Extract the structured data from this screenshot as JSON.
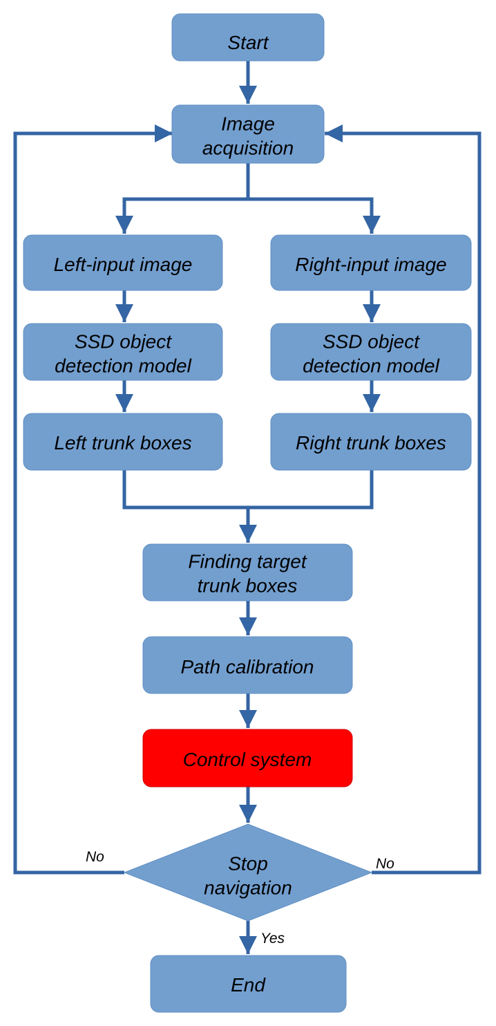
{
  "colors": {
    "box_fill": "#739fcf",
    "box_stroke": "#5f8fc3",
    "highlight_fill": "#ff0000",
    "highlight_stroke": "#cc0000",
    "connector": "#3465a4"
  },
  "nodes": {
    "start": {
      "lines": [
        "Start"
      ]
    },
    "image_acquisition": {
      "lines": [
        "Image",
        "acquisition"
      ]
    },
    "left_input": {
      "lines": [
        "Left-input image"
      ]
    },
    "right_input": {
      "lines": [
        "Right-input image"
      ]
    },
    "left_ssd": {
      "lines": [
        "SSD object",
        "detection model"
      ]
    },
    "right_ssd": {
      "lines": [
        "SSD object",
        "detection model"
      ]
    },
    "left_trunk": {
      "lines": [
        "Left trunk boxes"
      ]
    },
    "right_trunk": {
      "lines": [
        "Right trunk boxes"
      ]
    },
    "finding_target": {
      "lines": [
        "Finding target",
        "trunk boxes"
      ]
    },
    "path_calibration": {
      "lines": [
        "Path calibration"
      ]
    },
    "control_system": {
      "lines": [
        "Control system"
      ]
    },
    "stop_navigation": {
      "lines": [
        "Stop",
        "navigation"
      ]
    },
    "end": {
      "lines": [
        "End"
      ]
    }
  },
  "edge_labels": {
    "no_left": "No",
    "no_right": "No",
    "yes": "Yes"
  }
}
